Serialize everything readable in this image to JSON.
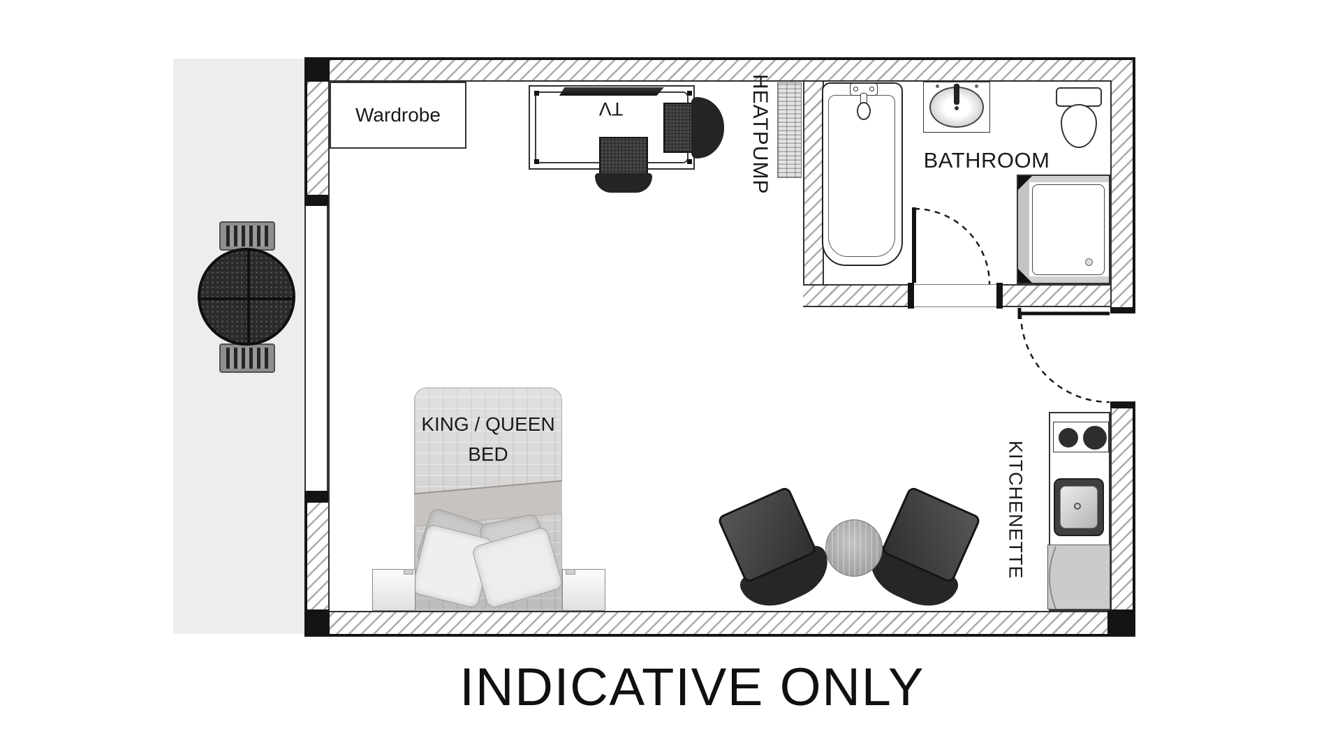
{
  "plan": {
    "labels": {
      "wardrobe": "Wardrobe",
      "tv": "TV",
      "heatpump": "HEATPUMP",
      "bathroom": "BATHROOM",
      "bed_line1": "KING / QUEEN",
      "bed_line2": "BED",
      "kitchenette": "KITCHENETTE"
    },
    "fixtures": [
      "wardrobe",
      "tv-unit",
      "desk-chair",
      "desk-armchair",
      "heat-pump-unit",
      "bathtub",
      "bathroom-sink",
      "toilet",
      "shower",
      "bathroom-door",
      "entry-door",
      "kitchen-hob",
      "kitchen-sink",
      "kitchen-cabinet",
      "king-queen-bed",
      "bedside-table-left",
      "bedside-table-right",
      "lounge-chair-left",
      "lounge-chair-right",
      "coffee-table",
      "outdoor-table",
      "outdoor-chair-top",
      "outdoor-chair-bottom",
      "window",
      "patio"
    ],
    "colors": {
      "wall_hatch": "#ababab",
      "outline": "#141414",
      "patio": "#ededed",
      "furniture_dark": "#2b2b2b",
      "bed_gray": "#d6d4d2",
      "cabinet_gray": "#cbcbcb",
      "table_gray": "#ababab"
    }
  },
  "footer": {
    "disclaimer": "INDICATIVE ONLY"
  }
}
